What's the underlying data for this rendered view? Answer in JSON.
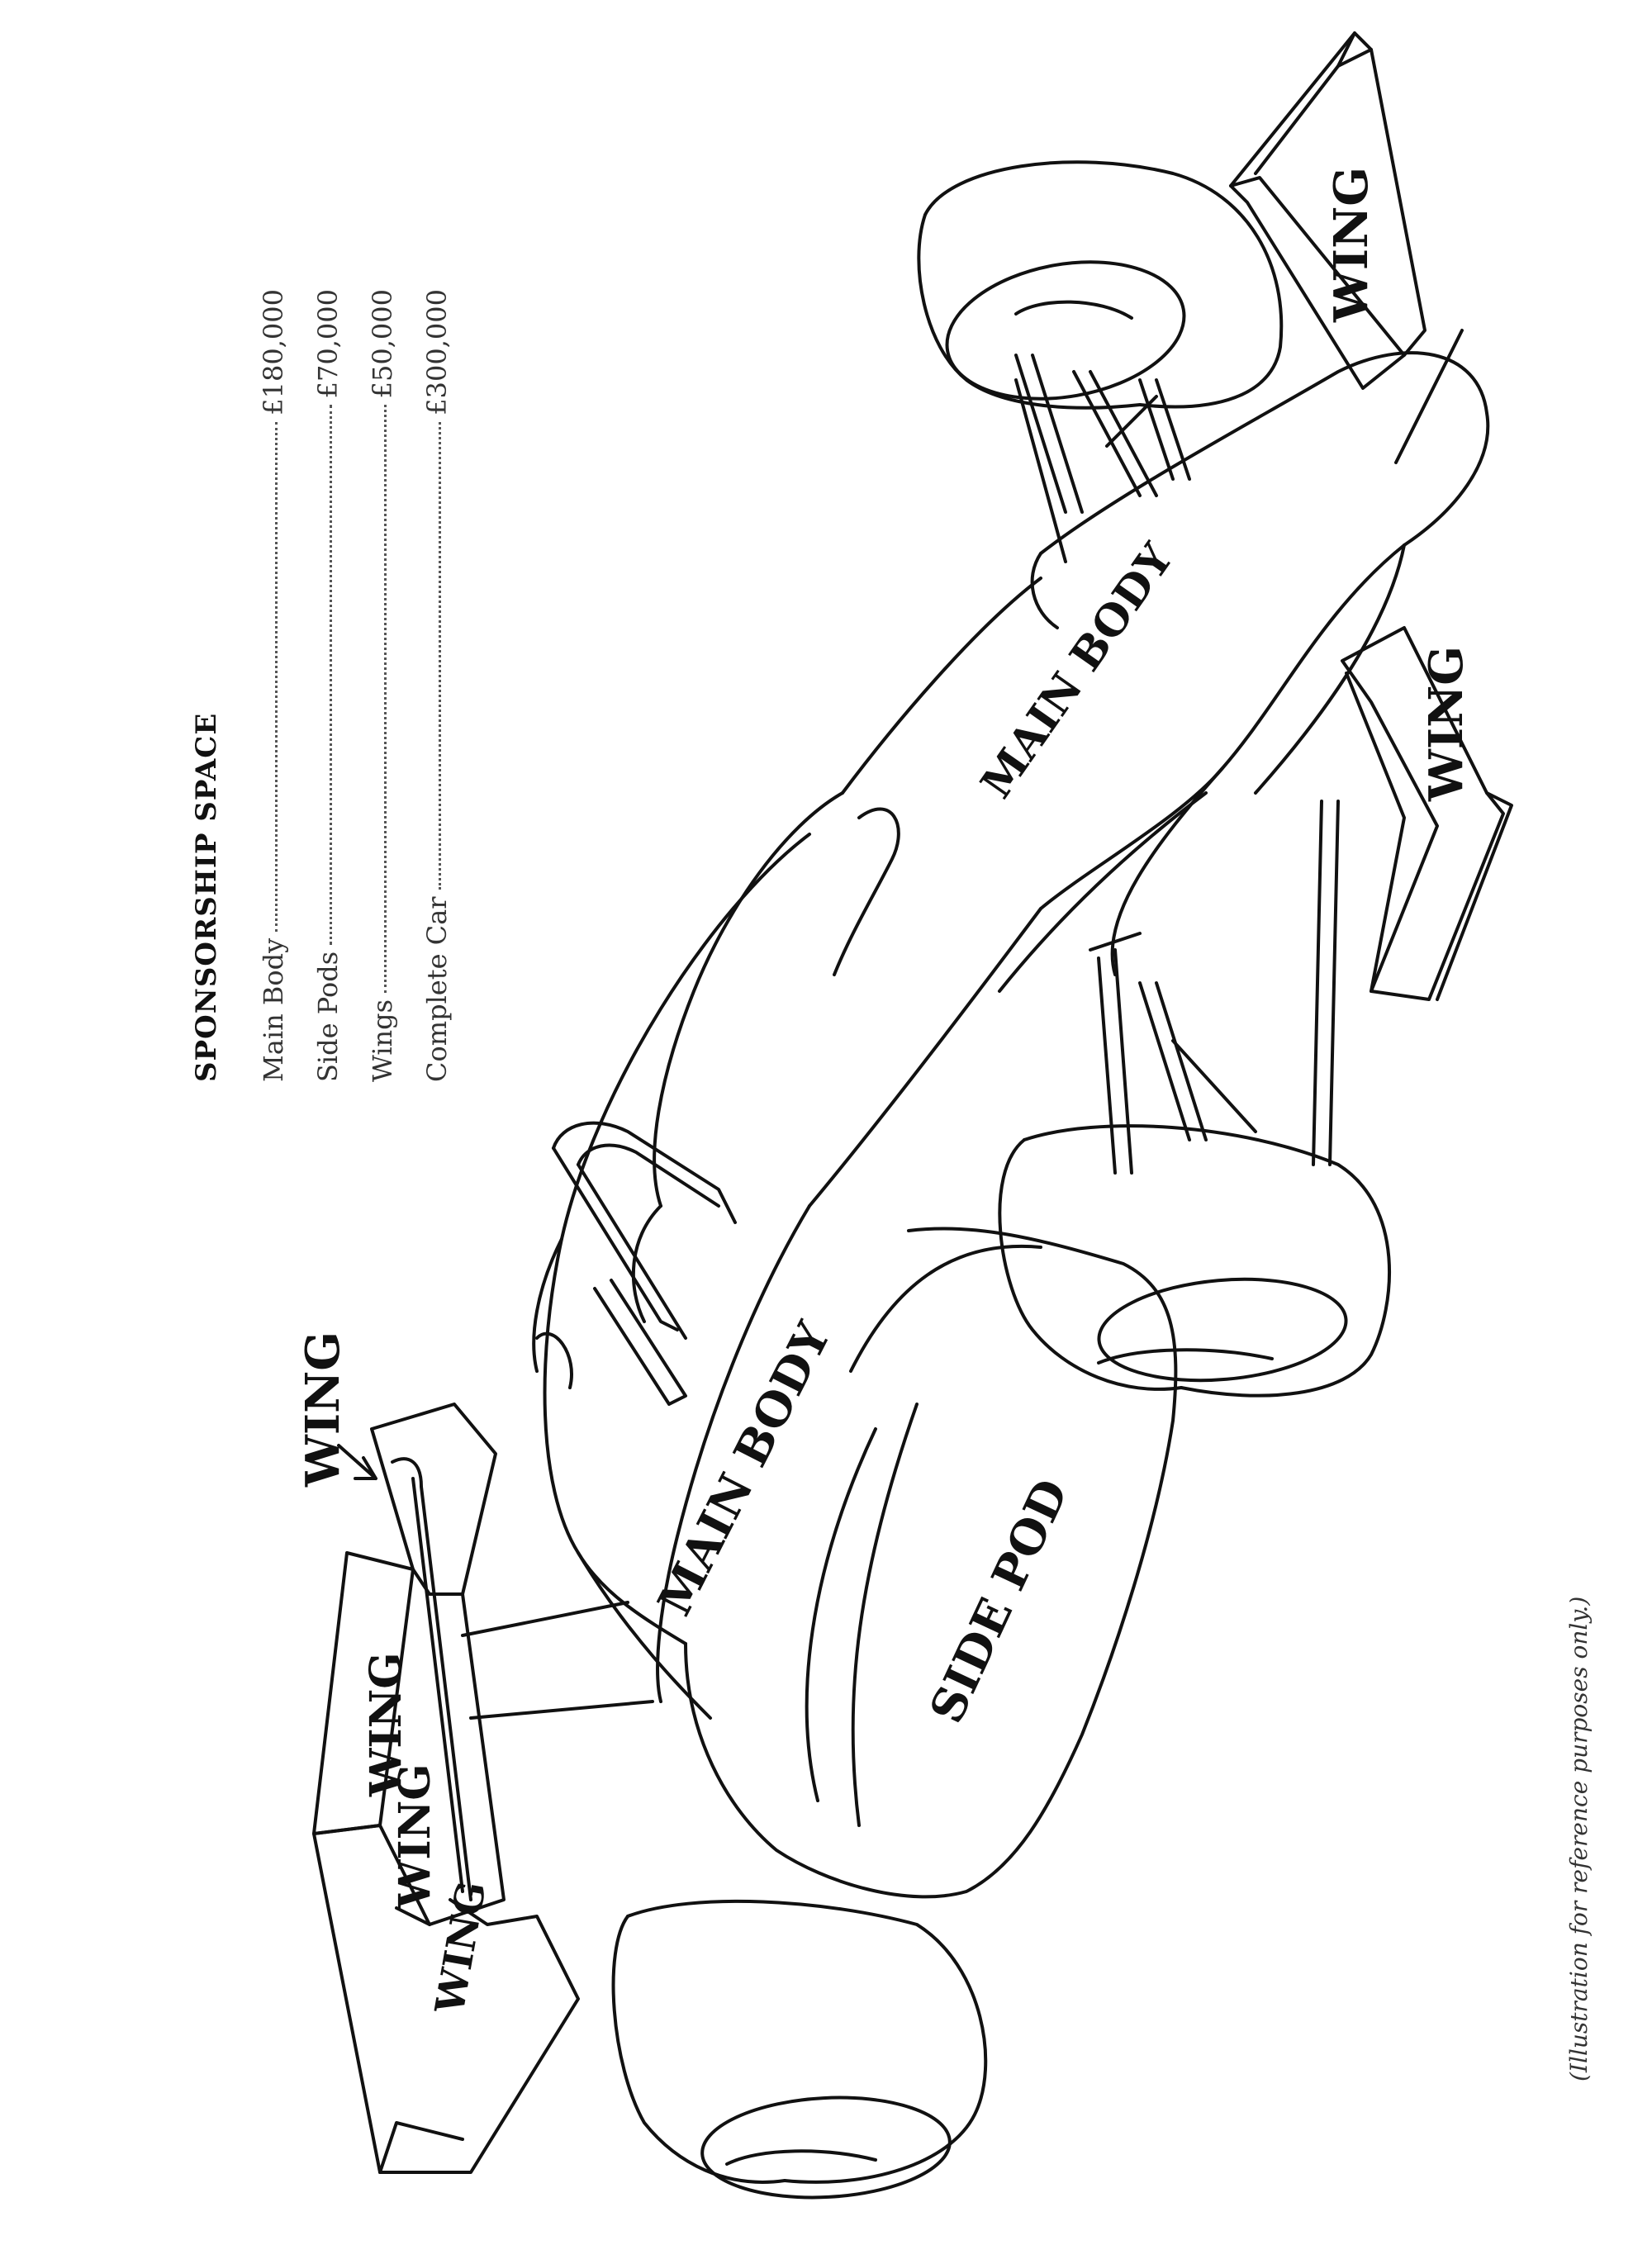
{
  "sponsorship": {
    "title": "SPONSORSHIP SPACE",
    "items": [
      {
        "label": "Main Body",
        "price": "£180,000"
      },
      {
        "label": "Side Pods",
        "price": "£70,000"
      },
      {
        "label": "Wings",
        "price": "£50,000"
      },
      {
        "label": "Complete Car",
        "price": "£300,000"
      }
    ]
  },
  "car_labels": {
    "main_body_front": "MAIN BODY",
    "main_body_rear": "MAIN BODY",
    "side_pod": "SIDE POD",
    "wing_front_top": "WING",
    "wing_front_mid_1": "WING",
    "wing_front_mid_2": "WING",
    "wing_front_end": "WING",
    "wing_rear_1": "WING",
    "wing_rear_2": "WING"
  },
  "caption": "(Illustration for reference purposes only.)"
}
